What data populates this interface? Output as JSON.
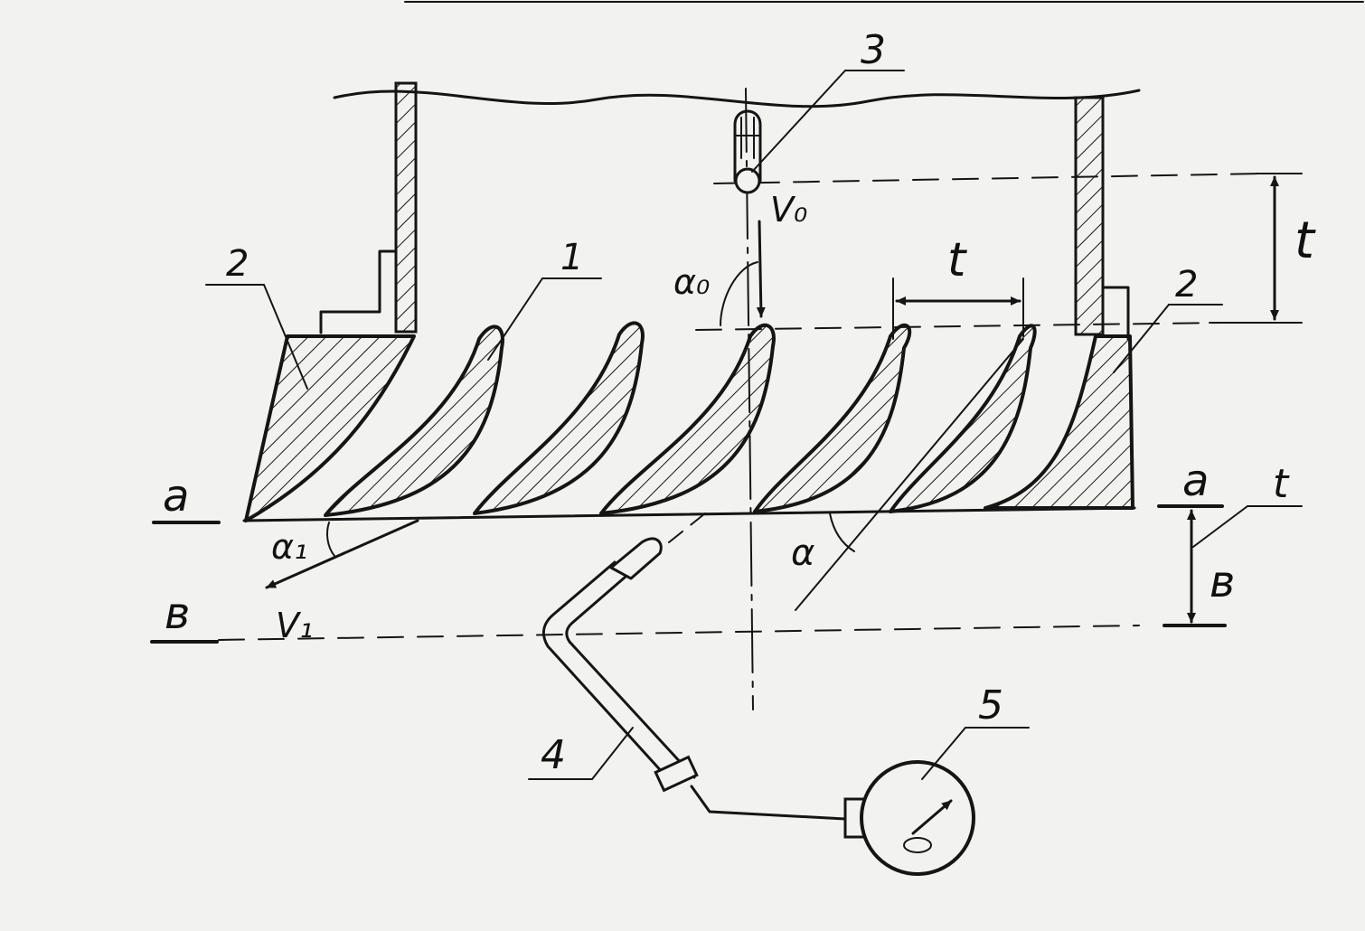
{
  "diagram": {
    "parts": {
      "blade": "1",
      "wall_block": "2",
      "inlet_probe": "3",
      "outlet_probe": "4",
      "gauge": "5"
    },
    "symbols": {
      "pitch": "t",
      "inlet_velocity": "V₀",
      "outlet_velocity": "V₁",
      "inlet_angle": "α₀",
      "outlet_angle": "α₁",
      "stagger_angle": "α",
      "section_a": "a",
      "section_b": "в"
    }
  }
}
